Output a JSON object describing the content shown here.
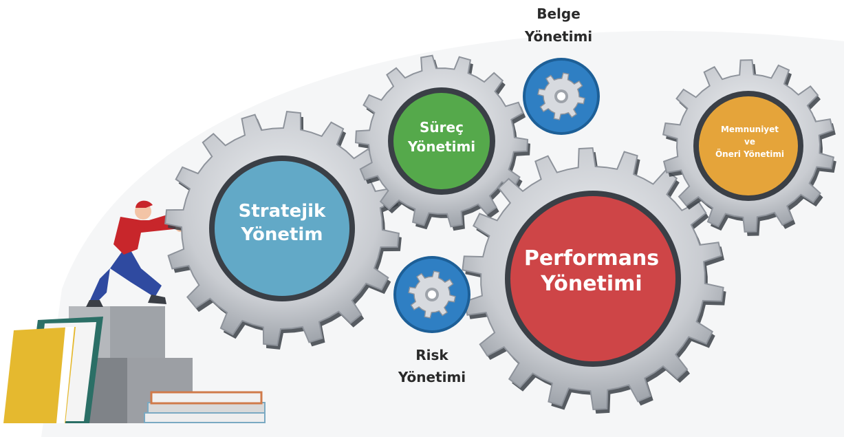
{
  "modules": {
    "strategic": {
      "line1": "Stratejik",
      "line2": "Yönetim",
      "color": "#62A9C7"
    },
    "process": {
      "line1": "Süreç",
      "line2": "Yönetimi",
      "color": "#55A94B"
    },
    "performance": {
      "line1": "Performans",
      "line2": "Yönetimi",
      "color": "#CE4547"
    },
    "satisfaction": {
      "line1": "Memnuniyet",
      "line2": "ve",
      "line3": "Öneri Yönetimi",
      "color": "#E5A43A"
    },
    "document": {
      "line1": "Belge",
      "line2": "Yönetimi",
      "color": "#2F7FC3"
    },
    "risk": {
      "line1": "Risk",
      "line2": "Yönetimi",
      "color": "#2F7FC3"
    }
  },
  "colors": {
    "gear_metal": "#C9CCD1",
    "gear_edge": "#8E939B",
    "gear_dark": "#3A3F46",
    "person_shirt": "#C8262B",
    "person_pants": "#2F4AA0",
    "book_yellow": "#E5B92F",
    "book_teal": "#2B6F66"
  }
}
